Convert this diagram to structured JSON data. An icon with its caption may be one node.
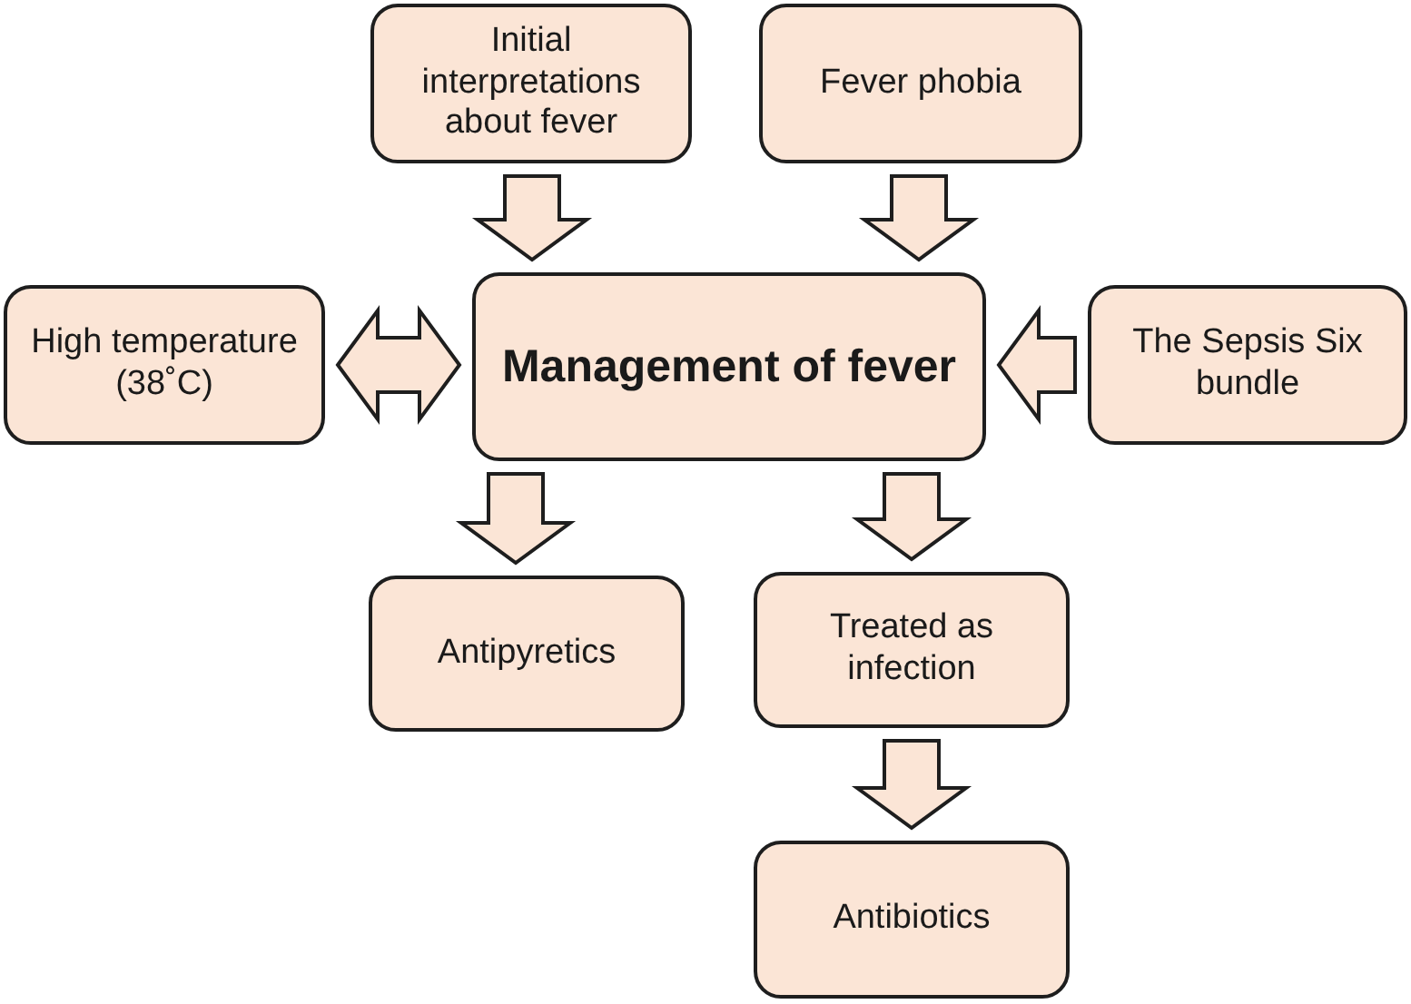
{
  "diagram": {
    "nodes": [
      {
        "text": [
          "Initial interpretations about fever"
        ]
      },
      {
        "text": [
          "Fever phobia"
        ]
      },
      {
        "text": [
          "High temperature (38˚C)"
        ]
      },
      {
        "text": [
          "Management of fever"
        ]
      },
      {
        "text": [
          "The Sepsis Six bundle"
        ]
      },
      {
        "text": [
          "Antipyretics"
        ]
      },
      {
        "text": [
          "Treated as infection"
        ]
      },
      {
        "text": [
          "Antibiotics"
        ]
      }
    ],
    "edges": [
      {
        "from": 0,
        "to": 3,
        "arrow": "to"
      },
      {
        "from": 1,
        "to": 3,
        "arrow": "to"
      },
      {
        "from": 2,
        "to": 3,
        "arrow": "both"
      },
      {
        "from": 4,
        "to": 3,
        "arrow": "to"
      },
      {
        "from": 3,
        "to": 5,
        "arrow": "to"
      },
      {
        "from": 3,
        "to": 6,
        "arrow": "to"
      },
      {
        "from": 6,
        "to": 7,
        "arrow": "to"
      }
    ]
  }
}
